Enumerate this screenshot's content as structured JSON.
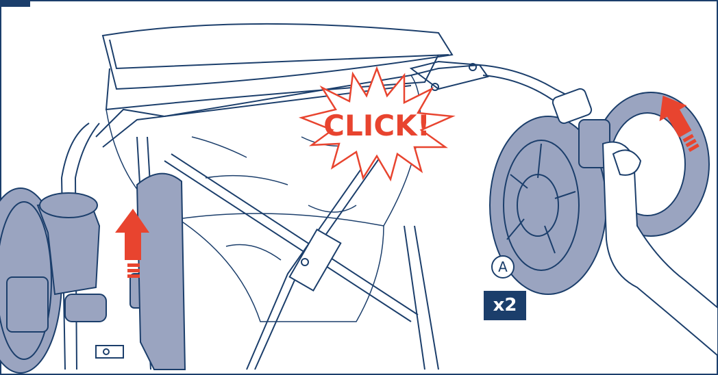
{
  "callouts": {
    "click_text": "CLICK!",
    "part_letter": "A",
    "quantity": "x2"
  },
  "colors": {
    "outline": "#1b3e6b",
    "wheel_fill": "#9aa4c0",
    "arrow_red": "#e8442f",
    "background": "#ffffff"
  },
  "icons": {
    "arrows": "up-arrow-icon",
    "burst": "starburst"
  }
}
